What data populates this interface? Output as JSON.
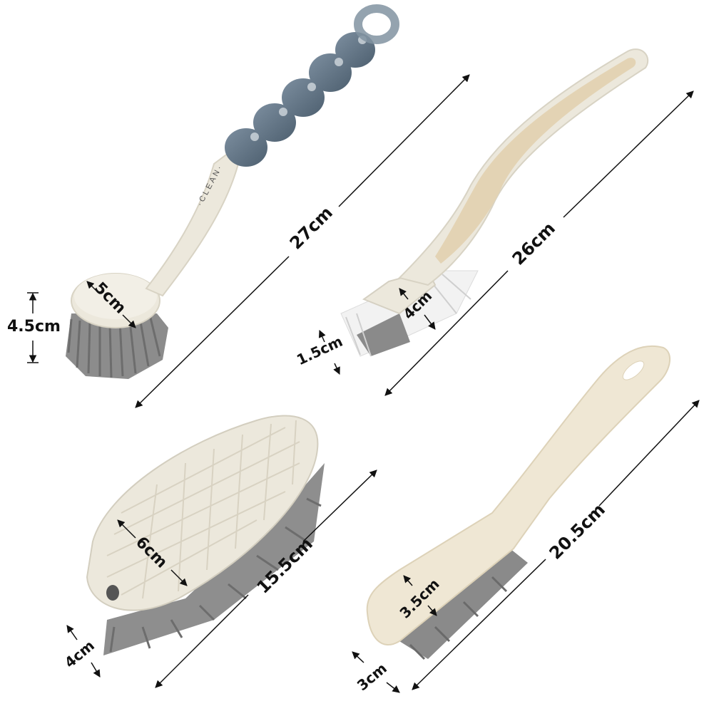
{
  "image": {
    "description": "Set of four cleaning brushes with dimension annotations",
    "colors": {
      "background": "#ffffff",
      "handle_cream": "#ede9dc",
      "handle_beige": "#e9dcc0",
      "grip_blue_gray": "#5e7282",
      "bristle_gray": "#8a8a8a",
      "bristle_white": "#f4f4f4",
      "annotation": "#111111"
    }
  },
  "brushes": [
    {
      "name": "round dish brush",
      "handle_text": "·CLEAN·",
      "dimensions": {
        "length": "27cm",
        "head_diameter": "5cm",
        "bristle_height": "4.5cm"
      }
    },
    {
      "name": "angled gap brush",
      "dimensions": {
        "length": "26cm",
        "head_width": "4cm",
        "bristle_height": "1.5cm"
      }
    },
    {
      "name": "flexible scrub brush",
      "dimensions": {
        "length": "15.5cm",
        "width": "6cm",
        "bristle_height": "4cm"
      }
    },
    {
      "name": "narrow crevice brush",
      "dimensions": {
        "length": "20.5cm",
        "head_width": "3.5cm",
        "bristle_height": "3cm"
      }
    }
  ]
}
